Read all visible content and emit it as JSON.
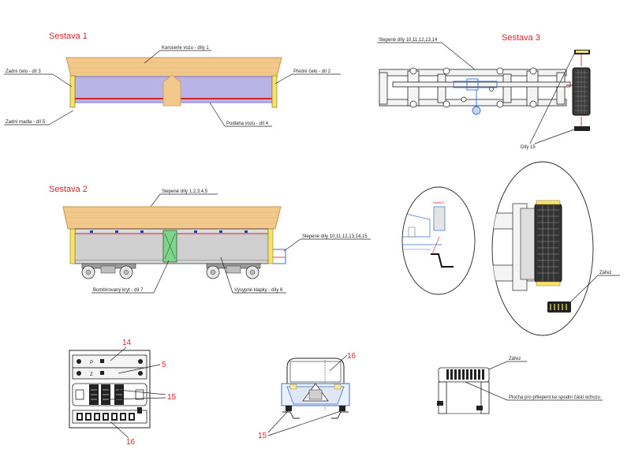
{
  "assemblies": {
    "a1": "Sestava 1",
    "a2": "Sestava 2",
    "a3": "Sestava 3"
  },
  "labels": {
    "body1": "Karoserie vozu - díly 1",
    "rear_end": "Zadní čelo - díl 3",
    "front_end": "Přední čelo - díl 2",
    "rear_handle": "Zadní madla - díl 5",
    "floor": "Podlaha vozu - díl 4",
    "glued_parts_a2": "Slepené díly 1,2,3,4,5",
    "glued_parts_a2_right": "Slepené díly 10,11,12,13,14,15",
    "bombed_cover": "Bombírovaný kryt - díl 7",
    "dump_flaps": "Výsypné klapky - díly 6",
    "glued_parts_a3": "Slepené díly 10,11,12,13,14",
    "parts15": "Díly 15",
    "detail": "Detail A",
    "notch": "Zářez",
    "notch2": "Zářez",
    "glue_surface": "Plocha pro přilepení ke spodní části ochozu"
  },
  "numbers": {
    "n14": "14",
    "n5": "5",
    "n15a": "15",
    "n16a": "16",
    "n16b": "16",
    "n15b": "15",
    "p_letter": "P",
    "z_letter": "Z"
  },
  "colors": {
    "wood": "#f2c98a",
    "wood_dark": "#c9954f",
    "purple": "#b9b4e8",
    "red": "#d8242c",
    "grey": "#d9d9d9",
    "yellow": "#f7e36a",
    "green": "#7fd38a"
  }
}
